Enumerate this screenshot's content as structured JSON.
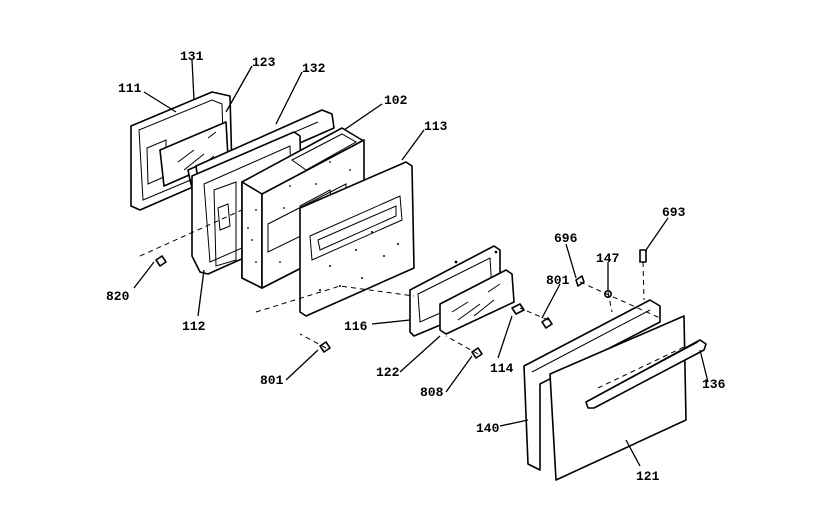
{
  "diagram": {
    "header_fragment": "",
    "callouts": {
      "p111": "111",
      "p131": "131",
      "p123": "123",
      "p132": "132",
      "p102": "102",
      "p113": "113",
      "p820": "820",
      "p112": "112",
      "p116": "116",
      "p801_left": "801",
      "p122": "122",
      "p808": "808",
      "p114": "114",
      "p801_right": "801",
      "p696": "696",
      "p147": "147",
      "p693": "693",
      "p136": "136",
      "p140": "140",
      "p121": "121"
    }
  }
}
